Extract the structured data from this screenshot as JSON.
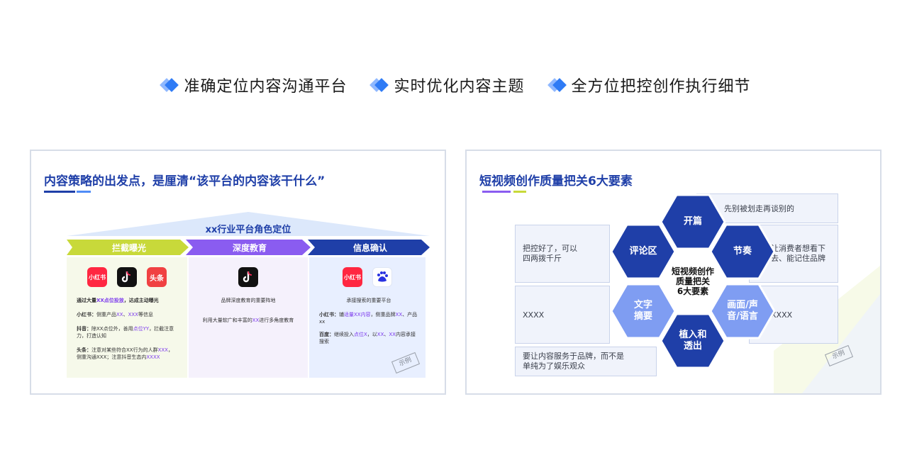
{
  "features": [
    {
      "label": "准确定位内容沟通平台"
    },
    {
      "label": "实时优化内容主题"
    },
    {
      "label": "全方位把控创作执行细节"
    }
  ],
  "left_card": {
    "title": "内容策略的出发点，是厘清“该平台的内容该干什么”",
    "roof_label": "xx行业平台角色定位",
    "stages": [
      {
        "label": "拦截曝光",
        "color": "#c8d93a"
      },
      {
        "label": "深度教育",
        "color": "#8a5cf0"
      },
      {
        "label": "信息确认",
        "color": "#1f3fa8"
      }
    ],
    "col1": {
      "icons": [
        "小红书",
        "抖音",
        "头条"
      ],
      "intro_prefix": "通过大量",
      "intro_hl": "XX点位投放",
      "intro_suffix": "，达成主动曝光",
      "l1_lead": "小红书：",
      "l1_a": "侧重产品",
      "l1_hl1": "XX",
      "l1_sep": "、",
      "l1_hl2": "XXX",
      "l1_b": "等信息",
      "l2_lead": "抖音：",
      "l2_a": "除XX点位外，善用",
      "l2_hl": "点位YY",
      "l2_b": "，拦截注意力，打造认知",
      "l3_lead": "头条：",
      "l3_a": "注意对某些符合XX行为的人群",
      "l3_hl1": "XXX",
      "l3_b": "，侧重沟通XXX；注意抖音生态内",
      "l3_hl2": "XXXX"
    },
    "col2": {
      "icons": [
        "抖音"
      ],
      "heading": "品牌深度教育的重要阵地",
      "body_a": "利用大量软广和丰富的",
      "body_hl": "XX",
      "body_b": "进行多角度教育"
    },
    "col3": {
      "icons": [
        "小红书",
        "百度"
      ],
      "heading": "承接搜索的重要平台",
      "l1_lead": "小红书：",
      "l1_a": "铺",
      "l1_hl1": "适量XX内容",
      "l1_b": "，侧重品牌",
      "l1_hl2": "XX",
      "l1_c": "、产品xx",
      "l2_lead": "百度：",
      "l2_a": "继续投入",
      "l2_hl1": "点位X",
      "l2_b": "，以",
      "l2_hl2": "XX",
      "l2_c": "、",
      "l2_hl3": "XX",
      "l2_d": "内容承接搜索"
    },
    "stamp": "示例"
  },
  "right_card": {
    "title": "短视频创作质量把关6大要素",
    "center": "短视频创作质量把关6大要素",
    "center_line1": "短视频创作",
    "center_line2": "质量把关",
    "center_line3": "6大要素",
    "hexes": [
      {
        "label": "开篇"
      },
      {
        "label": "评论区"
      },
      {
        "label": "节奏"
      },
      {
        "label": "文字摘要"
      },
      {
        "label": "画面/声音/语言"
      },
      {
        "label": "植入和透出"
      }
    ],
    "hex_lines": {
      "wz1": "文字",
      "wz2": "摘要",
      "hm1": "画面/声",
      "hm2": "音/语言",
      "zr1": "植入和",
      "zr2": "透出"
    },
    "panels": {
      "top_right": "先别被划走再谈别的",
      "left_1": "把控好了，可以四两拨千斤",
      "right_1": "让消费者想看下去、能记住品牌",
      "left_2": "XXXX",
      "right_2": "XXXX",
      "bottom_left": "要让内容服务于品牌，而不是单纯为了娱乐观众"
    },
    "stamp": "示例"
  }
}
